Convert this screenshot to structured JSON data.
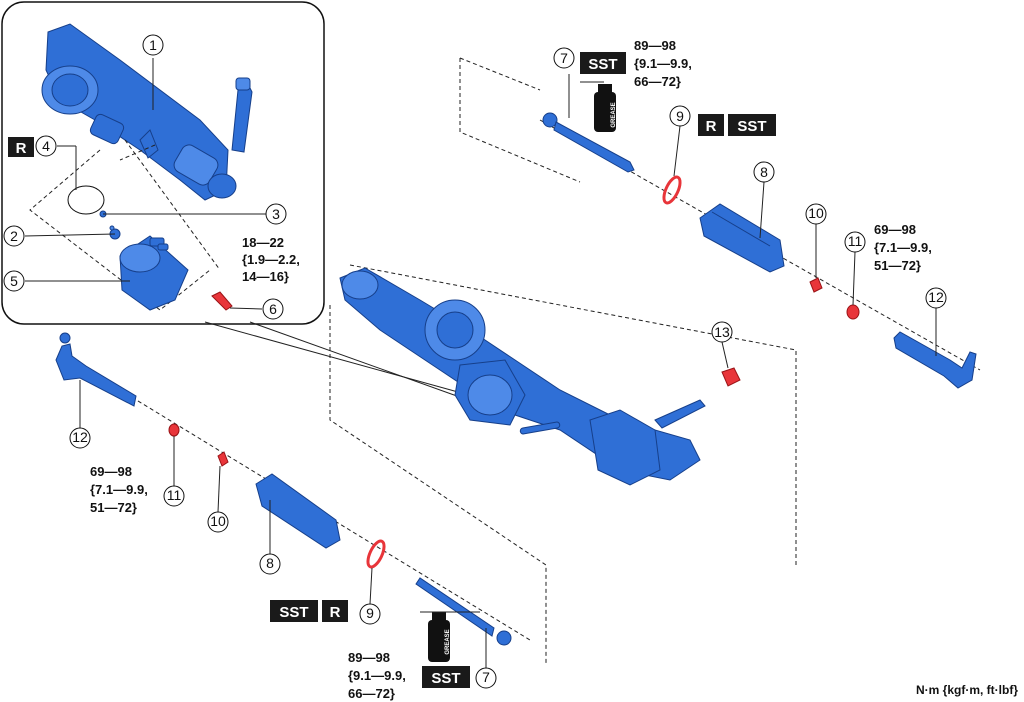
{
  "labels": {
    "n1": "1",
    "n2": "2",
    "n3": "3",
    "n4": "4",
    "n5": "5",
    "n6": "6",
    "n7a": "7",
    "n7b": "7",
    "n8a": "8",
    "n8b": "8",
    "n9a": "9",
    "n9b": "9",
    "n10a": "10",
    "n10b": "10",
    "n11a": "11",
    "n11b": "11",
    "n12a": "12",
    "n12b": "12",
    "n13": "13"
  },
  "badges": {
    "r": "R",
    "sst": "SST",
    "grease": "GREASE"
  },
  "torque": {
    "t6": [
      "18—22",
      "{1.9—2.2,",
      "14—16}"
    ],
    "t7a": [
      "89—98",
      "{9.1—9.9,",
      "66—72}"
    ],
    "t7b": [
      "89—98",
      "{9.1—9.9,",
      "66—72}"
    ],
    "t11a": [
      "69—98",
      "{7.1—9.9,",
      "51—72}"
    ],
    "t11b": [
      "69—98",
      "{7.1—9.9,",
      "51—72}"
    ]
  },
  "units": "N·m {kgf·m, ft·lbf}",
  "colors": {
    "part": "#2f6fd6",
    "seal": "#e8353a",
    "badge": "#1a1a1a"
  }
}
